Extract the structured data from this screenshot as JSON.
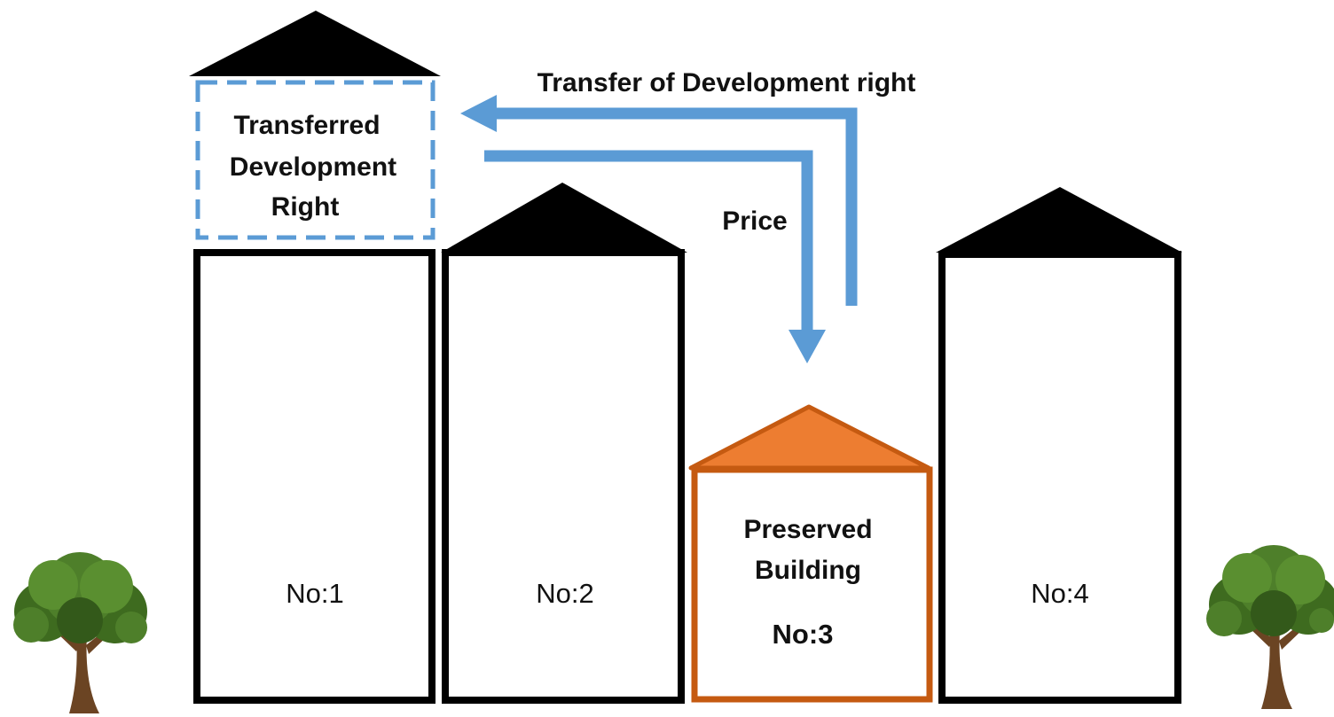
{
  "transfer_label": "Transfer of Development right",
  "price_label": "Price",
  "transferred_box": {
    "line1": "Transferred",
    "line2": "Development",
    "line3": "Right"
  },
  "buildings": [
    {
      "label": "No:1"
    },
    {
      "label": "No:2"
    },
    {
      "label": "No:3",
      "title_line1": "Preserved",
      "title_line2": "Building"
    },
    {
      "label": "No:4"
    }
  ],
  "colors": {
    "roof": "#000000",
    "outline": "#000000",
    "arrow": "#5b9bd5",
    "preserved_fill": "#ed7d31",
    "preserved_outline": "#c55a11",
    "dashed_box": "#5b9bd5"
  }
}
